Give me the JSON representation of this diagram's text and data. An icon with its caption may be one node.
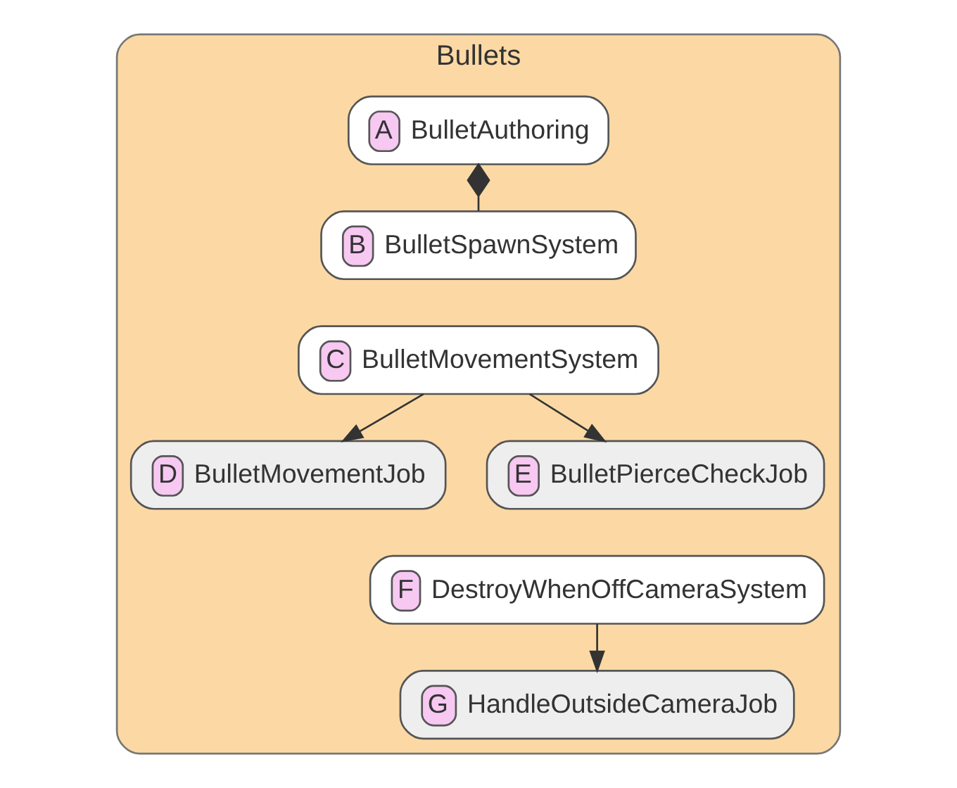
{
  "diagram": {
    "nodes": [
      {
        "text": [
          "Bullets"
        ]
      },
      {
        "text": [
          "A",
          "BulletAuthoring"
        ],
        "in": 0
      },
      {
        "text": [
          "B",
          "BulletSpawnSystem"
        ],
        "in": 0
      },
      {
        "text": [
          "C",
          "BulletMovementSystem"
        ],
        "in": 0
      },
      {
        "text": [
          "D",
          "BulletMovementJob"
        ],
        "in": 0
      },
      {
        "text": [
          "E",
          "BulletPierceCheckJob"
        ],
        "in": 0
      },
      {
        "text": [
          "F",
          "DestroyWhenOffCameraSystem"
        ],
        "in": 0
      },
      {
        "text": [
          "G",
          "HandleOutsideCameraJob"
        ],
        "in": 0
      }
    ],
    "edges": [
      {
        "from": 1,
        "to": 2,
        "arrow": "other"
      },
      {
        "from": 3,
        "to": 4,
        "arrow": "to"
      },
      {
        "from": 3,
        "to": 5,
        "arrow": "to"
      },
      {
        "from": 6,
        "to": 7,
        "arrow": "to"
      }
    ]
  }
}
